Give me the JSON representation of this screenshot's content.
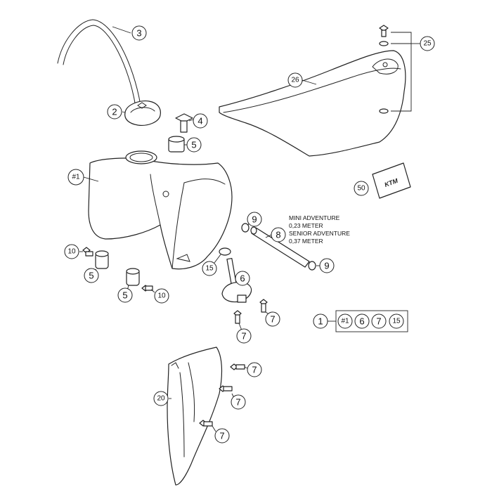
{
  "callouts": {
    "c3": "3",
    "c2": "2",
    "c4": "4",
    "c5a": "5",
    "c1tank": "#1",
    "c26": "26",
    "c25": "25",
    "c50": "50",
    "c9a": "9",
    "c8": "8",
    "c9b": "9",
    "c10a": "10",
    "c5b": "5",
    "c5c": "5",
    "c10b": "10",
    "c15": "15",
    "c6": "6",
    "c7a": "7",
    "c7b": "7",
    "c1": "1",
    "kit1": "#1",
    "kit6": "6",
    "kit7": "7",
    "kit15": "15",
    "c20": "20",
    "c7c": "7",
    "c7d": "7",
    "c7e": "7"
  },
  "notes": {
    "line1": "MINI ADVENTURE",
    "line2": "0,23 METER",
    "line3": "SENIOR ADVENTURE",
    "line4": "0,37 METER"
  },
  "logo": {
    "text": "KTM"
  },
  "colors": {
    "line": "#222222",
    "background": "#ffffff"
  }
}
